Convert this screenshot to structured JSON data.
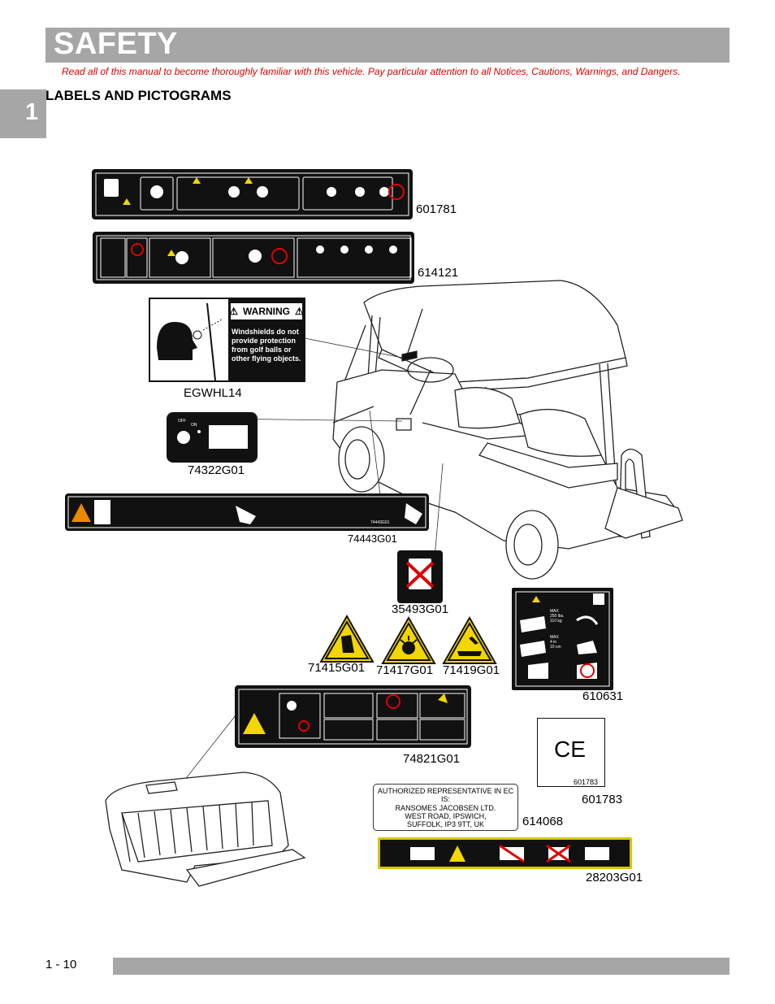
{
  "header": {
    "title": "SAFETY"
  },
  "intro_text": "Read all of this manual to become thoroughly familiar with this vehicle. Pay particular attention to all Notices, Cautions, Warnings, and Dangers.",
  "chapter_number": "1",
  "section_title": "LABELS AND PICTOGRAMS",
  "labels": {
    "l601781": {
      "part": "601781"
    },
    "l614121": {
      "part": "614121"
    },
    "egwhl14": {
      "part": "EGWHL14",
      "warning_word": "WARNING",
      "warning_text": "Windshields do not provide protection from golf balls or other flying objects."
    },
    "l74322": {
      "part": "74322G01",
      "off_label": "OFF",
      "on_label": "ON"
    },
    "l74443": {
      "part": "74443G01",
      "small_code": "74443G01"
    },
    "l35493": {
      "part": "35493G01"
    },
    "l71415": {
      "part": "71415G01"
    },
    "l71417": {
      "part": "71417G01"
    },
    "l71419": {
      "part": "71419G01"
    },
    "l610631": {
      "part": "610631",
      "max1_a": "MAX",
      "max1_b": "250 lbs.",
      "max1_c": "110 kg",
      "max2_a": "MAX",
      "max2_b": "4 in",
      "max2_c": "10 cm"
    },
    "l74821": {
      "part": "74821G01"
    },
    "l601783": {
      "part": "601783",
      "mark": "CE",
      "small_code": "601783"
    },
    "l614068": {
      "part": "614068",
      "line1": "AUTHORIZED REPRESENTATIVE IN EC IS:",
      "line2": "RANSOMES JACOBSEN LTD.",
      "line3": "WEST ROAD, IPSWICH,",
      "line4": "SUFFOLK, IP3 9TT, UK"
    },
    "l28203": {
      "part": "28203G01"
    }
  },
  "footer": {
    "page_number": "1 -  10"
  },
  "colors": {
    "bar_gray": "#a6a6a6",
    "intro_red": "#e00000",
    "warning_yellow": "#f2d600",
    "label_black": "#111111"
  }
}
